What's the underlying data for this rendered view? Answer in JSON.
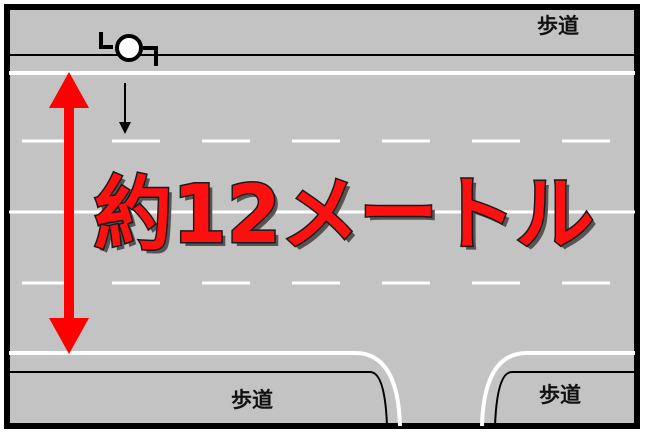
{
  "diagram": {
    "sidewalk_top_right": "歩道",
    "sidewalk_bottom_left": "歩道",
    "sidewalk_bottom_right": "歩道",
    "width_label": "約12メートル"
  },
  "colors": {
    "road": "#c3c3c3",
    "sidewalk": "#c3c3c3",
    "lane_marking": "#ffffff",
    "arrow": "#ff0000",
    "frame": "#000000"
  },
  "icons": {
    "traffic_signal": "traffic-signal-icon",
    "direction_arrow": "arrow-down-icon",
    "width_arrow": "double-headed-arrow-icon"
  }
}
